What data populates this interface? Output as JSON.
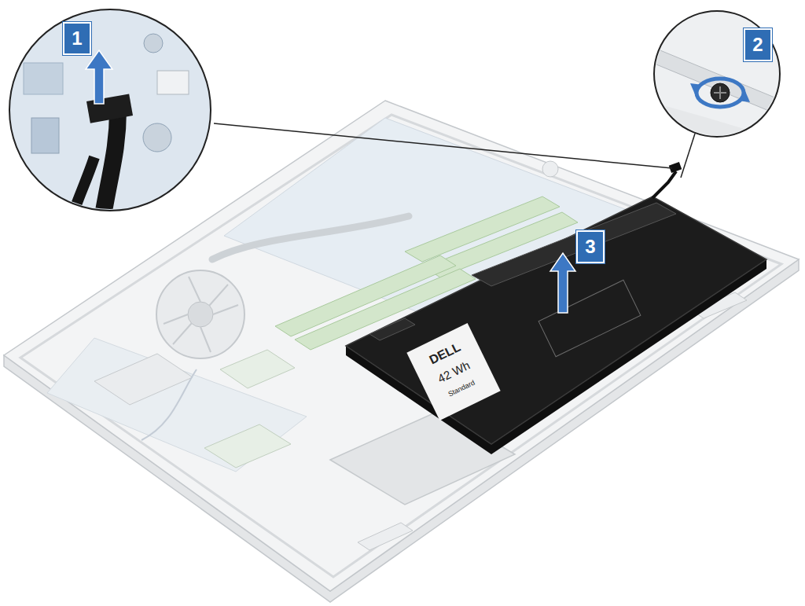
{
  "diagram": {
    "labels": [
      "1",
      "2",
      "3",
      "DELL",
      "42 Wh",
      "Standard"
    ]
  }
}
